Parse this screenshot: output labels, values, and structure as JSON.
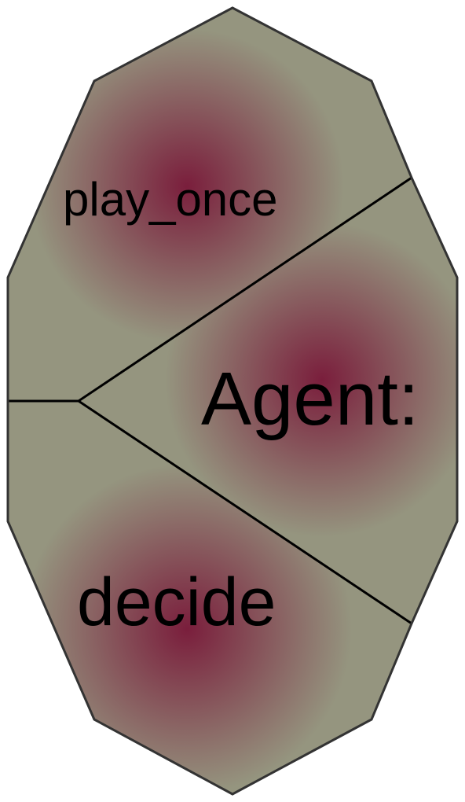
{
  "diagram": {
    "fill_color": "#95957f",
    "glow_color": "#7a1e3c",
    "outline_color": "#333333",
    "line_color": "#000000",
    "regions": [
      {
        "id": "play_once",
        "label": "play_once"
      },
      {
        "id": "agent",
        "label": "Agent:"
      },
      {
        "id": "decide",
        "label": "decide"
      }
    ]
  }
}
